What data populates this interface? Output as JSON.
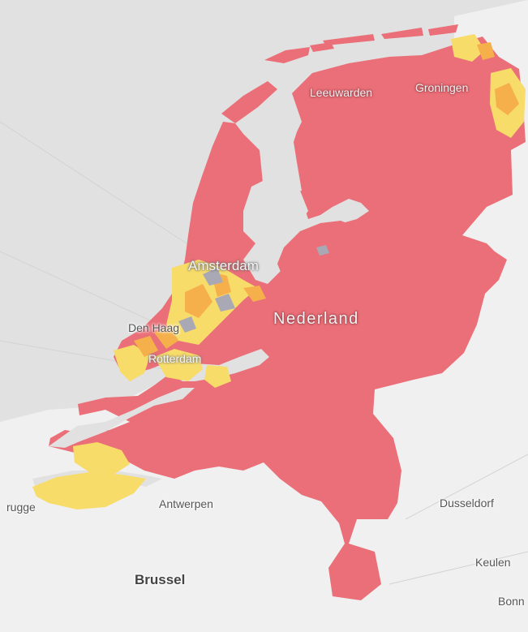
{
  "map": {
    "colors": {
      "water": "#e1e1e1",
      "land": "#f0f0f0",
      "region_red": "#ea6f78",
      "region_yellow": "#f7dc6a",
      "region_orange": "#f5b04c",
      "region_grey": "#a9a9b5"
    },
    "labels": {
      "country": "Nederland",
      "amsterdam": "Amsterdam",
      "den_haag": "Den Haag",
      "rotterdam": "Rotterdam",
      "leeuwarden": "Leeuwarden",
      "groningen": "Groningen",
      "antwerpen": "Antwerpen",
      "brussel": "Brussel",
      "brugge": "rugge",
      "dusseldorf": "Dusseldorf",
      "keulen": "Keulen",
      "bonn": "Bonn"
    }
  }
}
